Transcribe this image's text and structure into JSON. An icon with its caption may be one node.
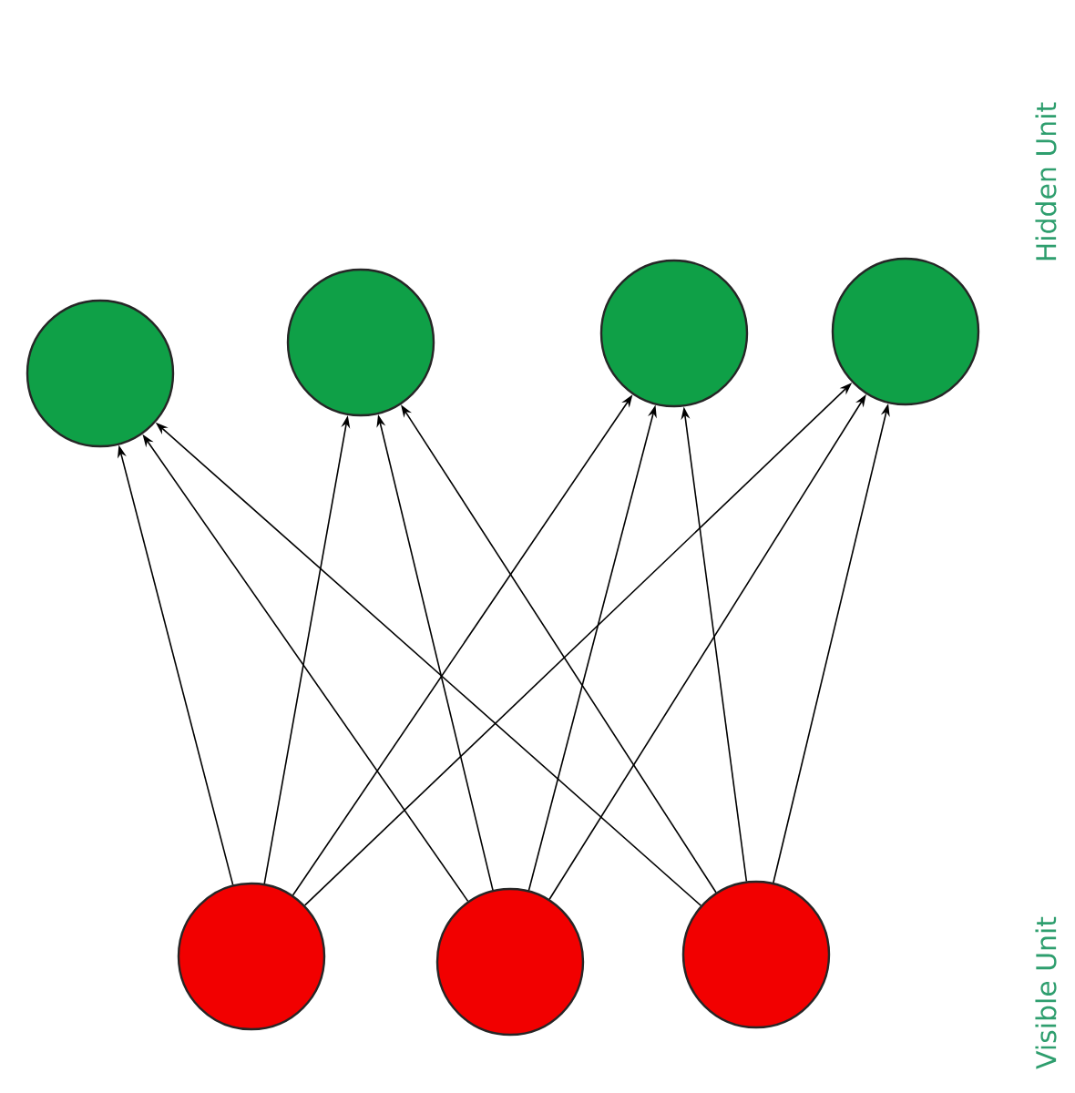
{
  "diagram": {
    "nodes": [
      {
        "text": [],
        "shape": "circle"
      },
      {
        "text": [],
        "shape": "circle"
      },
      {
        "text": [],
        "shape": "circle"
      },
      {
        "text": [],
        "shape": "circle"
      },
      {
        "text": [],
        "shape": "circle"
      },
      {
        "text": [],
        "shape": "circle"
      },
      {
        "text": [],
        "shape": "circle"
      }
    ],
    "edges": [
      {
        "from": 4,
        "to": 0,
        "arrow": "to"
      },
      {
        "from": 4,
        "to": 1,
        "arrow": "to"
      },
      {
        "from": 4,
        "to": 2,
        "arrow": "to"
      },
      {
        "from": 4,
        "to": 3,
        "arrow": "to"
      },
      {
        "from": 5,
        "to": 0,
        "arrow": "to"
      },
      {
        "from": 5,
        "to": 1,
        "arrow": "to"
      },
      {
        "from": 5,
        "to": 2,
        "arrow": "to"
      },
      {
        "from": 5,
        "to": 3,
        "arrow": "to"
      },
      {
        "from": 6,
        "to": 0,
        "arrow": "to"
      },
      {
        "from": 6,
        "to": 1,
        "arrow": "to"
      },
      {
        "from": 6,
        "to": 2,
        "arrow": "to"
      },
      {
        "from": 6,
        "to": 3,
        "arrow": "to"
      }
    ],
    "labels": [
      "Hidden Unit",
      "Visible Unit"
    ]
  }
}
